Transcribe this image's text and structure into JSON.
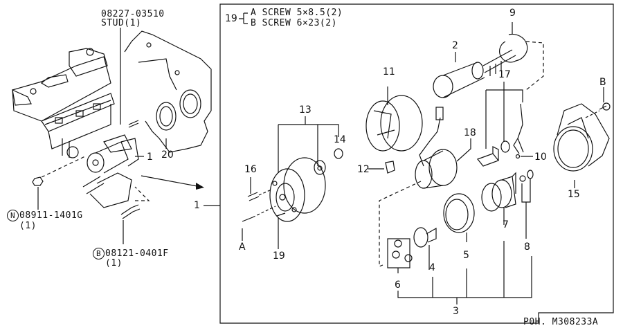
{
  "diagram": {
    "title": "Starter motor parts diagram",
    "footer_code": "P0H. M308233A",
    "legend": {
      "ref": "19",
      "items": [
        {
          "key": "A",
          "text": "SCREW 5×8.5(2)"
        },
        {
          "key": "B",
          "text": "SCREW 6×23(2)"
        }
      ]
    },
    "left_parts": {
      "stud": {
        "number": "08227-03510",
        "desc": "STUD(1)"
      },
      "nut": {
        "symbol": "N",
        "number": "08911-1401G",
        "qty": "(1)"
      },
      "bolt": {
        "symbol": "B",
        "number": "08121-0401F",
        "qty": "(1)"
      },
      "starter_ref": "1",
      "gasket_ref": "20",
      "assembly_ref": "1"
    },
    "callouts": {
      "c2": "2",
      "c3": "3",
      "c4": "4",
      "c5": "5",
      "c6": "6",
      "c7": "7",
      "c8": "8",
      "c9": "9",
      "c10": "10",
      "c11": "11",
      "c12": "12",
      "c13": "13",
      "c14": "14",
      "c15": "15",
      "c16": "16",
      "c17": "17",
      "c18": "18",
      "c19": "19",
      "cA": "A",
      "cB": "B"
    }
  }
}
